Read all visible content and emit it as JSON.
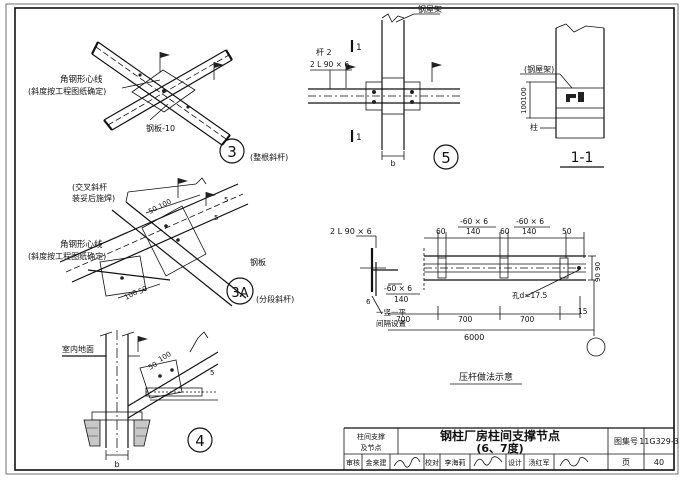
{
  "detail3": {
    "label_center_line": "角钢形心线",
    "label_center_line_note": "(斜度按工程图纸确定)",
    "label_plate": "钢板-10",
    "number": "3",
    "caption": "(整根斜杆)"
  },
  "detail3A": {
    "label_cross": "(交叉斜杆",
    "label_cross_2": "装妥后施焊)",
    "label_center_line": "角钢形心线",
    "label_center_line_note": "(斜度按工程图纸确定)",
    "label_plate": "钢板",
    "dim_1": "50",
    "dim_2": "100",
    "dim_3": "5",
    "dim_4": "100",
    "dim_5": "50",
    "dim_6": "5",
    "number": "3A",
    "caption": "(分段斜杆)"
  },
  "detail4": {
    "label_floor": "室内地面",
    "dim_1": "50",
    "dim_2": "100",
    "dim_3": "5",
    "dim_b": "b",
    "number": "4"
  },
  "detail5": {
    "label_truss": "钢屋架",
    "label_rod": "杆 2",
    "label_rod_size": "2 L 90 × 6",
    "section_mark": "1",
    "dim_b": "b",
    "number": "5"
  },
  "section11": {
    "label_truss": "(钢屋架)",
    "dim_height": "100100",
    "label_column": "柱",
    "title": "1-1"
  },
  "compression": {
    "label_angle": "2 L 90 × 6",
    "label_plate_side": "-60 × 6",
    "label_plate_side_2": "140",
    "label_plate_note": "一竖一平",
    "label_plate_note_2": "间隔设置",
    "dim_60a": "60",
    "dim_plate_a": "-60 × 6",
    "dim_140a": "140",
    "dim_60b": "60",
    "dim_plate_b": "-60 × 6",
    "dim_140b": "140",
    "dim_50": "50",
    "dim_side": "90 90",
    "hole": "孔d=17.5",
    "dim_6": "6",
    "dim_700_1": "700",
    "dim_700_2": "700",
    "dim_700_3": "700",
    "dim_15": "15",
    "dim_total": "6000",
    "caption": "压杆做法示意"
  },
  "titleblock": {
    "category": "柱间支撑",
    "category_2": "及节点",
    "title": "钢柱厂房柱间支撑节点",
    "subtitle": "(6、7度)",
    "atlas_label": "图集号",
    "atlas_no": "11G329-3",
    "review": "审核",
    "reviewer": "金来建",
    "check": "校对",
    "checker": "李海莉",
    "design": "设计",
    "designer": "汤红军",
    "page_label": "页",
    "page": "40"
  }
}
